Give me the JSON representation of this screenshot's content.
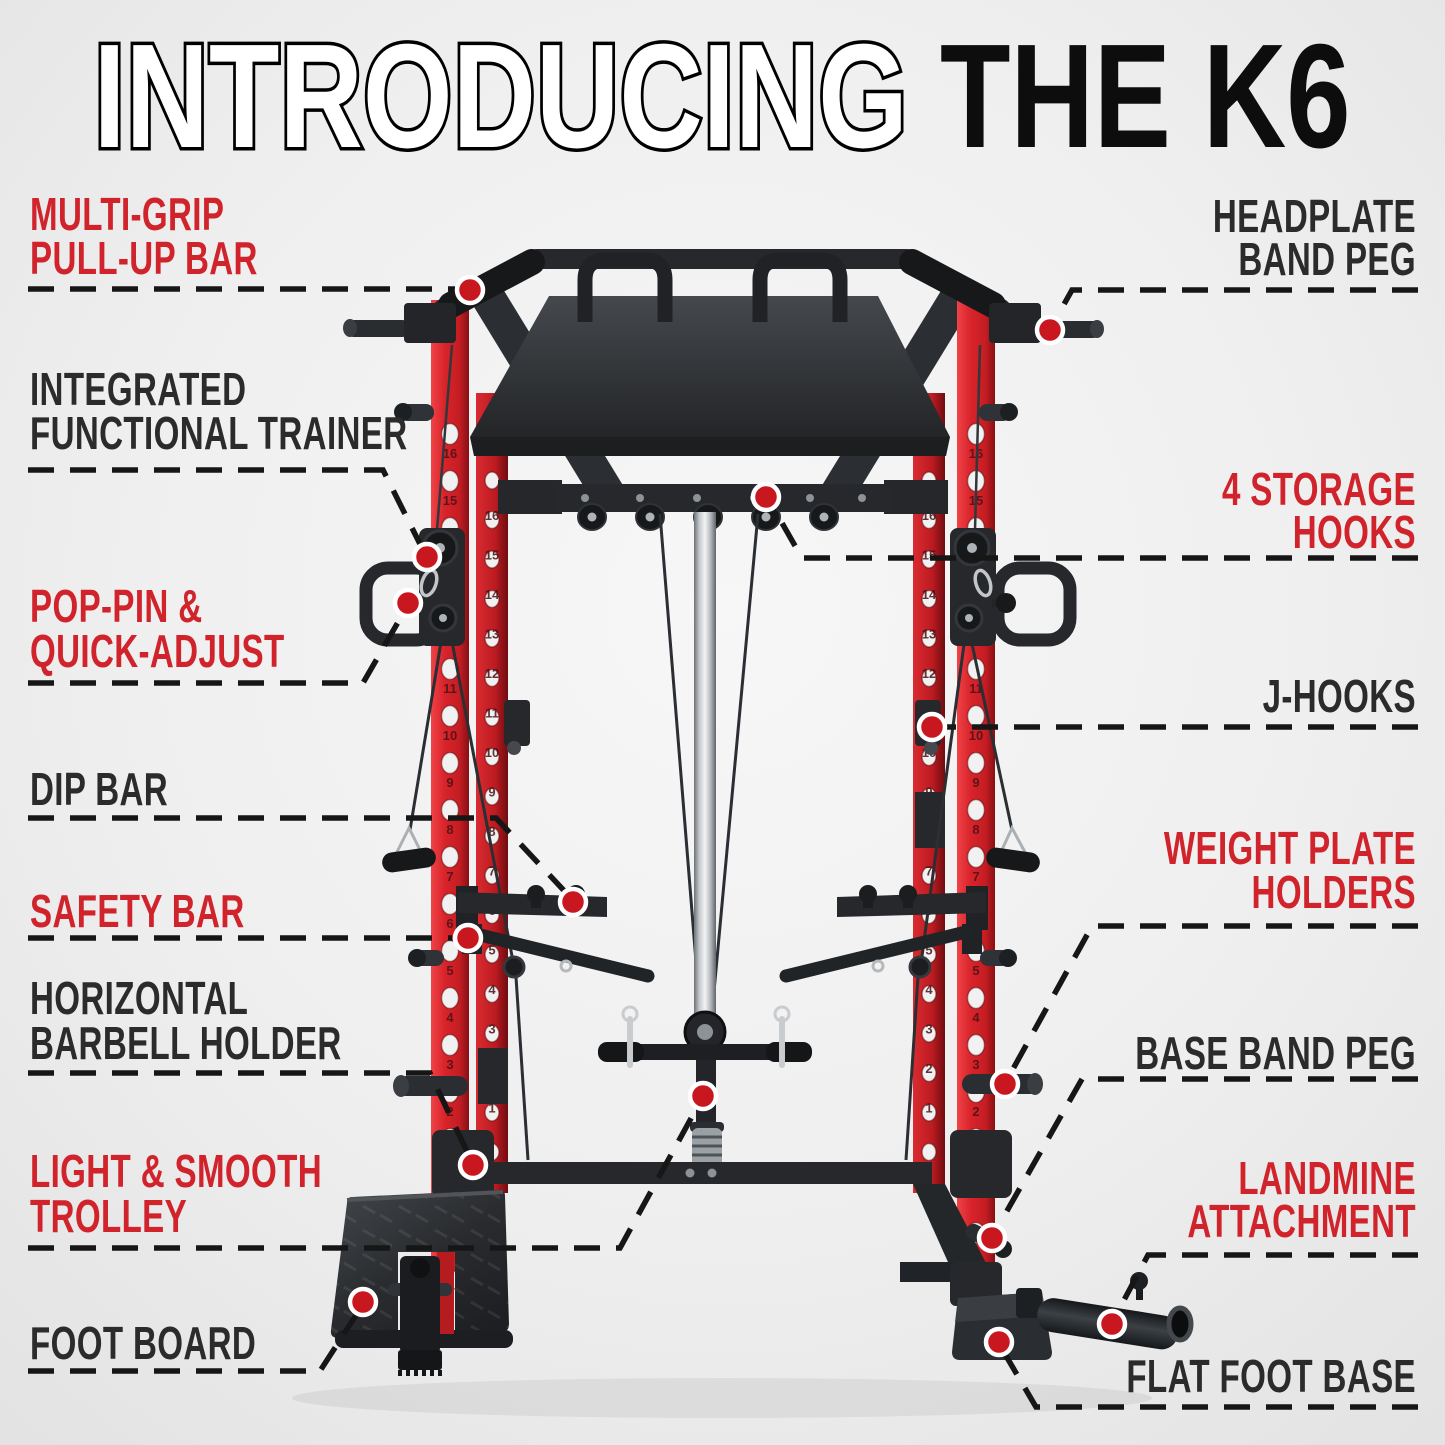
{
  "title": {
    "outline_part": "INTRODUCING",
    "solid_part": " THE K6"
  },
  "labels": {
    "left": [
      {
        "id": "multi-grip-pull-up-bar",
        "color": "red",
        "lines": [
          "MULTI-GRIP",
          "PULL-UP BAR"
        ]
      },
      {
        "id": "integrated-functional-trainer",
        "color": "dark",
        "lines": [
          "INTEGRATED",
          "FUNCTIONAL TRAINER"
        ]
      },
      {
        "id": "pop-pin-quick-adjust",
        "color": "red",
        "lines": [
          "POP-PIN &",
          "QUICK-ADJUST"
        ]
      },
      {
        "id": "dip-bar",
        "color": "dark",
        "lines": [
          "DIP BAR"
        ]
      },
      {
        "id": "safety-bar",
        "color": "red",
        "lines": [
          "SAFETY BAR"
        ]
      },
      {
        "id": "horizontal-barbell-holder",
        "color": "dark",
        "lines": [
          "HORIZONTAL",
          "BARBELL HOLDER"
        ]
      },
      {
        "id": "light-smooth-trolley",
        "color": "red",
        "lines": [
          "LIGHT & SMOOTH",
          "TROLLEY"
        ]
      },
      {
        "id": "foot-board",
        "color": "dark",
        "lines": [
          "FOOT BOARD"
        ]
      }
    ],
    "right": [
      {
        "id": "headplate-band-peg",
        "color": "dark",
        "lines": [
          "HEADPLATE",
          "BAND PEG"
        ]
      },
      {
        "id": "storage-hooks",
        "color": "red",
        "lines": [
          "4 STORAGE",
          "HOOKS"
        ]
      },
      {
        "id": "j-hooks",
        "color": "dark",
        "lines": [
          "J-HOOKS"
        ]
      },
      {
        "id": "weight-plate-holders",
        "color": "red",
        "lines": [
          "WEIGHT PLATE",
          "HOLDERS"
        ]
      },
      {
        "id": "base-band-peg",
        "color": "dark",
        "lines": [
          "BASE BAND PEG"
        ]
      },
      {
        "id": "landmine-attachment",
        "color": "red",
        "lines": [
          "LANDMINE",
          "ATTACHMENT"
        ]
      },
      {
        "id": "flat-foot-base",
        "color": "dark",
        "lines": [
          "FLAT FOOT BASE"
        ]
      }
    ]
  },
  "upright_numbers": [
    "16",
    "15",
    "14",
    "13",
    "12",
    "11",
    "10",
    "9",
    "8",
    "7",
    "6",
    "5",
    "4",
    "3",
    "2",
    "1"
  ],
  "colors": {
    "label_red": "#d1232b",
    "label_dark": "#2b2b2b",
    "marker_red": "#c9171f",
    "frame_red": "#d8232a",
    "frame_black": "#26282b",
    "background": "#efefef"
  }
}
